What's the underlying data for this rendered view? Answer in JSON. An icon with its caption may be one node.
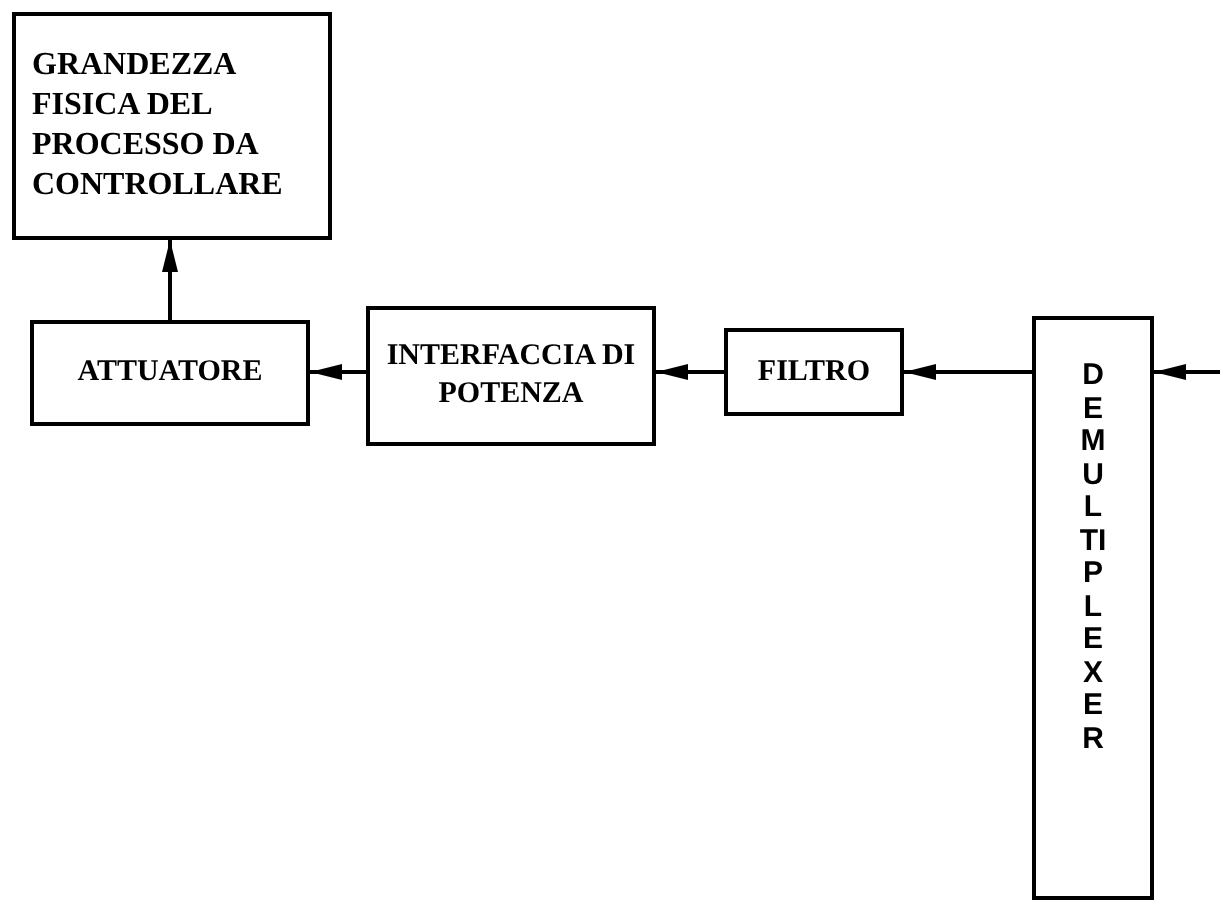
{
  "diagram": {
    "nodes": [
      {
        "text": [
          "GRANDEZZA FISICA DEL PROCESSO DA CONTROLLARE"
        ]
      },
      {
        "text": [
          "ATTUATORE"
        ]
      },
      {
        "text": [
          "INTERFACCIA DI POTENZA"
        ]
      },
      {
        "text": [
          "FILTRO"
        ]
      },
      {
        "text": [
          "DEMULTIPLEXER"
        ]
      }
    ],
    "edges": [
      {
        "from": 1,
        "to": 0,
        "arrow": "to"
      },
      {
        "from": 2,
        "to": 1,
        "arrow": "to"
      },
      {
        "from": 3,
        "to": 2,
        "arrow": "to"
      },
      {
        "from": 4,
        "to": 3,
        "arrow": "to"
      },
      {
        "from": null,
        "to": 4,
        "arrow": "to"
      }
    ]
  }
}
